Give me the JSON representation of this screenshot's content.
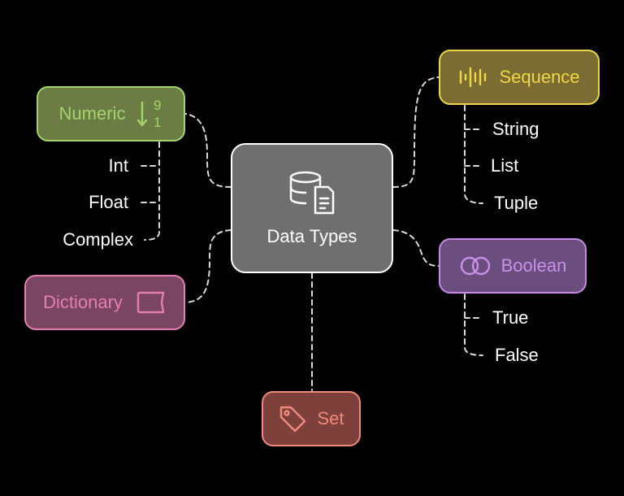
{
  "center": {
    "label": "Data Types",
    "icon": "database-document-icon"
  },
  "numeric": {
    "label": "Numeric",
    "icon": "sort-numeric-descending-icon",
    "items": [
      "Int",
      "Float",
      "Complex"
    ],
    "colors": {
      "fill": "#6b7d45",
      "border": "#a5d46a",
      "text": "#a5d46a"
    }
  },
  "sequence": {
    "label": "Sequence",
    "icon": "audio-waveform-icon",
    "items": [
      "String",
      "List",
      "Tuple"
    ],
    "colors": {
      "fill": "#7a6c33",
      "border": "#e9d64a",
      "text": "#f0d845"
    }
  },
  "boolean": {
    "label": "Boolean",
    "icon": "intersecting-circles-icon",
    "items": [
      "True",
      "False"
    ],
    "colors": {
      "fill": "#6b4d7e",
      "border": "#c48ae5",
      "text": "#c990ea"
    }
  },
  "dictionary": {
    "label": "Dictionary",
    "icon": "flag-banner-icon",
    "colors": {
      "fill": "#7a4560",
      "border": "#e47fb3",
      "text": "#e47fb3"
    }
  },
  "set": {
    "label": "Set",
    "icon": "tag-icon",
    "colors": {
      "fill": "#7d403a",
      "border": "#ef8a7c",
      "text": "#ef8a7c"
    }
  }
}
